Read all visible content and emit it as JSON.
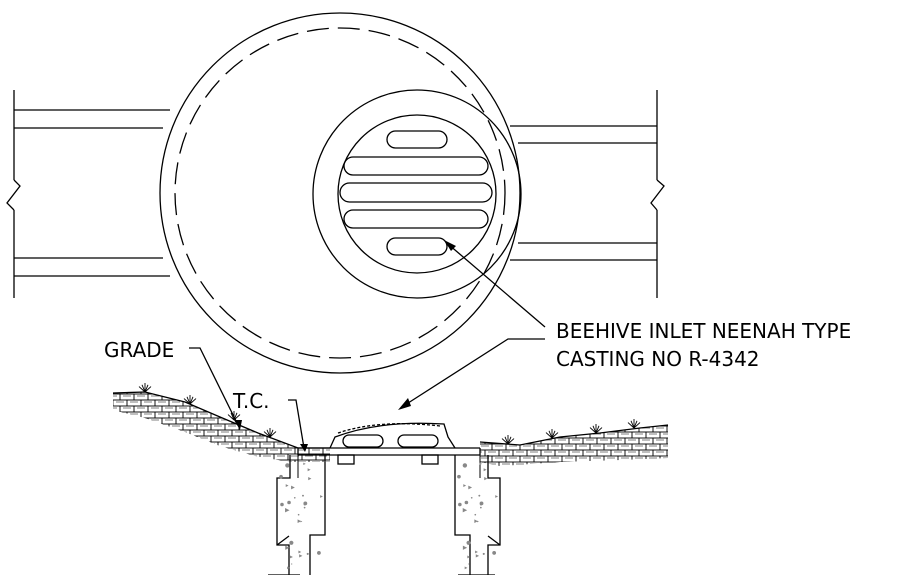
{
  "labels": {
    "grade": "GRADE",
    "top_of_curb": "T.C.",
    "callout_line1": "BEEHIVE INLET NEENAH TYPE",
    "callout_line2": "CASTING NO R-4342"
  },
  "colors": {
    "line": "#000000",
    "background": "#ffffff",
    "concrete_speckle": "#888888"
  }
}
